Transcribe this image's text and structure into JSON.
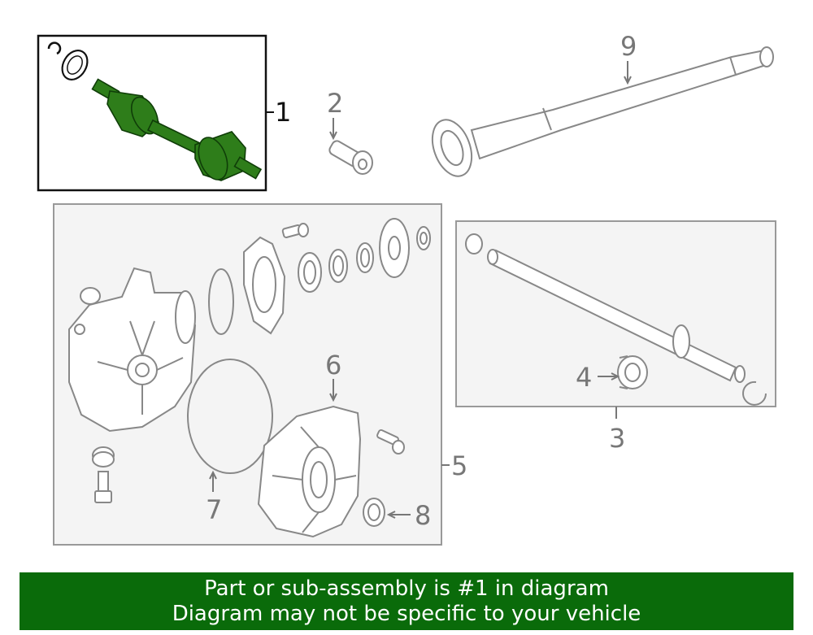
{
  "callouts": {
    "c1": "1",
    "c2": "2",
    "c3": "3",
    "c4": "4",
    "c5": "5",
    "c6": "6",
    "c7": "7",
    "c8": "8",
    "c9": "9"
  },
  "highlighted_part": "1",
  "colors": {
    "highlight_fill": "#2e7d1a",
    "highlight_stroke": "#0f3d08",
    "line_gray": "#888888",
    "box_fill": "#f4f4f4",
    "banner_bg": "#0a6b0a",
    "banner_text": "#ffffff"
  },
  "banner": {
    "line1": "Part or sub-assembly is #1 in diagram",
    "line2": "Diagram may not be specific to your vehicle"
  }
}
